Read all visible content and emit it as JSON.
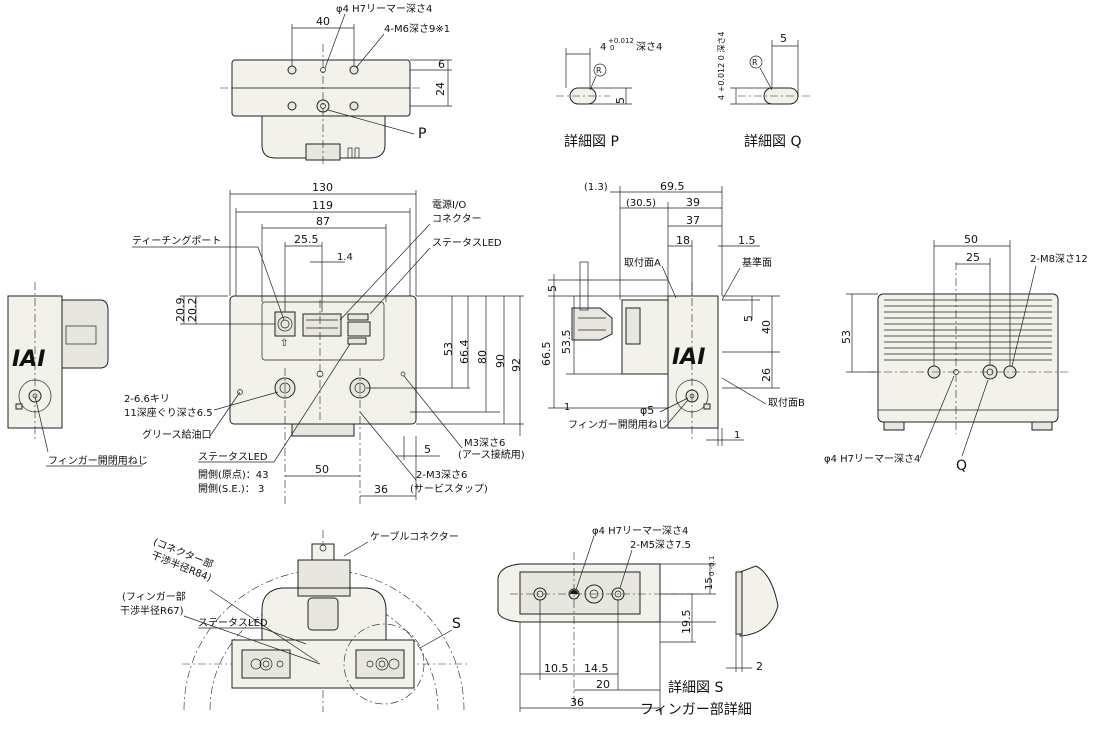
{
  "top_view": {
    "dim_40": "40",
    "dim_6": "6",
    "dim_24": "24",
    "note_phi4": "φ4 H7リーマー深さ4",
    "note_m6": "4-M6深さ9※1",
    "label_p": "P"
  },
  "detail_p": {
    "tolerance": "4",
    "tol_sup": "+0.012",
    "tol_sub": "0",
    "depth": "深さ4",
    "radius": "R",
    "dim_5": "5",
    "title": "詳細図 P"
  },
  "detail_q": {
    "tolerance_vertical": "4 +0.012 0 深さ4",
    "radius": "R",
    "dim_5": "5",
    "title": "詳細図 Q"
  },
  "front_view": {
    "dim_130": "130",
    "dim_119": "119",
    "dim_87": "87",
    "dim_25_5": "25.5",
    "dim_1_4": "1.4",
    "dim_20_9": "20.9",
    "dim_20_2": "20.2",
    "dim_53": "53",
    "dim_66_4": "66.4",
    "dim_80": "80",
    "dim_90": "90",
    "dim_92": "92",
    "dim_50": "50",
    "dim_36": "36",
    "dim_5": "5",
    "label_teaching_port": "ティーチングポート",
    "label_power_io_1": "電源I/O",
    "label_power_io_2": "コネクター",
    "label_status_led_top": "ステータスLED",
    "label_drill_1": "2-6.6キリ",
    "label_drill_2": "11深座ぐり深さ6.5",
    "label_grease": "グリース給油口",
    "label_status_led_bottom": "ステータスLED",
    "label_open_origin": "開側(原点)：43",
    "label_open_se": "開側(S.E.)：  3",
    "label_m3_ground_1": "M3深さ6",
    "label_m3_ground_2": "(アース接続用)",
    "label_m3_service_1": "2-M3深さ6",
    "label_m3_service_2": "(サービスタップ)"
  },
  "left_side": {
    "logo": "IAI",
    "label_finger_screw": "フィンガー開閉用ねじ"
  },
  "side_view": {
    "dim_1_3": "(1.3)",
    "dim_69_5": "69.5",
    "dim_30_5": "(30.5)",
    "dim_39": "39",
    "dim_37": "37",
    "dim_18": "18",
    "dim_1_5": "1.5",
    "dim_5_left": "5",
    "dim_66_5": "66.5",
    "dim_53_5": "53.5",
    "dim_1": "1",
    "dim_5_right": "5",
    "dim_40": "40",
    "dim_26": "26",
    "dim_1_bottom": "1",
    "phi5": "φ5",
    "logo": "IAI",
    "label_mount_a": "取付面A",
    "label_reference": "基準面",
    "label_mount_b": "取付面B",
    "label_finger_screw": "フィンガー開閉用ねじ"
  },
  "bottom_view": {
    "dim_50": "50",
    "dim_25": "25",
    "dim_53": "53",
    "note_m8": "2-M8深さ12",
    "note_phi4": "φ4  H7リーマー深さ4",
    "label_q": "Q"
  },
  "rotation_view": {
    "label_connector_1": "(コネクター部",
    "label_connector_2": "干渉半径R84)",
    "label_finger_1": "(フィンガー部",
    "label_finger_2": "干渉半径R67)",
    "label_cable": "ケーブルコネクター",
    "label_status_led": "ステータスLED",
    "label_s": "S"
  },
  "detail_s": {
    "note_phi4": "φ4 H7リーマー深さ4",
    "note_m5": "2-M5深さ7.5",
    "dim_15": "15",
    "dim_15_tol": "0\n-0.1",
    "dim_19_5": "19.5",
    "dim_10_5": "10.5",
    "dim_14_5": "14.5",
    "dim_20": "20",
    "dim_36": "36",
    "dim_2": "2",
    "title_1": "詳細図 S",
    "title_2": "フィンガー部詳細"
  }
}
